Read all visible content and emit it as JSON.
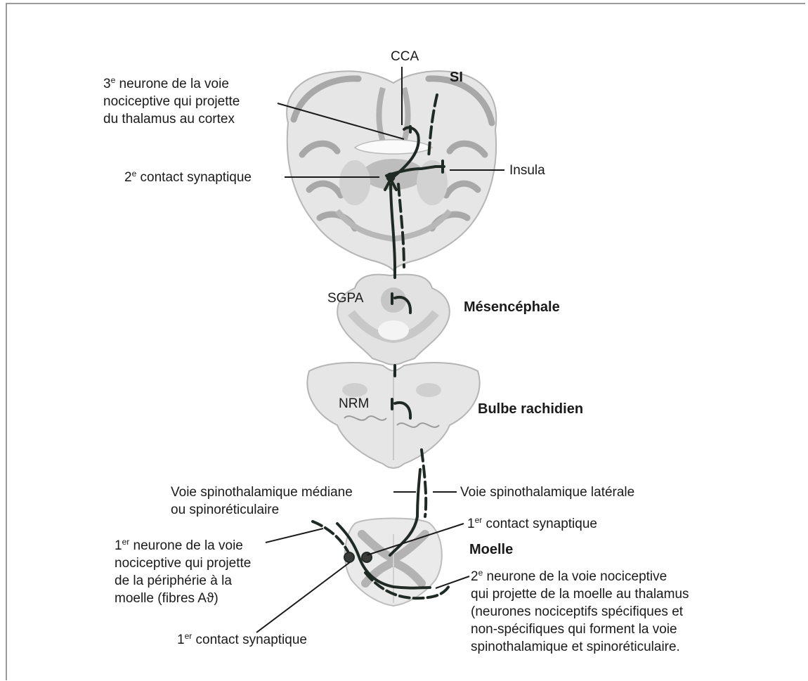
{
  "labels": {
    "cca": "CCA",
    "si": "SI",
    "third_neuron": [
      "neurone de la voie",
      "nociceptive qui projette",
      "du thalamus au cortex"
    ],
    "third_neuron_sup": "e",
    "third_neuron_num": "3",
    "second_contact_num": "2",
    "second_contact_sup": "e",
    "second_contact": "contact synaptique",
    "insula": "Insula",
    "sgpa": "SGPA",
    "mesencephale": "Mésencéphale",
    "nrm": "NRM",
    "bulbe": "Bulbe rachidien",
    "voie_mediane": [
      "Voie spinothalamique médiane",
      "ou spinoréticulaire"
    ],
    "voie_laterale": "Voie spinothalamique latérale",
    "first_contact_right_num": "1",
    "first_contact_right_sup": "er",
    "first_contact_right": "contact synaptique",
    "moelle": "Moelle",
    "first_neuron_num": "1",
    "first_neuron_sup": "er",
    "first_neuron": [
      "neurone de la voie",
      "nociceptive qui projette",
      "de la périphérie à la",
      "moelle (fibres Aϑ)"
    ],
    "second_neuron_num": "2",
    "second_neuron_sup": "e",
    "second_neuron": [
      "neurone de la voie nociceptive",
      "qui projette de la moelle au thalamus",
      "(neurones nociceptifs spécifiques et",
      "non-spécifiques qui forment la voie",
      "spinothalamique et spinoréticulaire."
    ],
    "first_contact_left_num": "1",
    "first_contact_left_sup": "er",
    "first_contact_left": "contact synaptique"
  },
  "colors": {
    "tissue_light": "#e6e6e6",
    "tissue_mid": "#c4c4c4",
    "tissue_dark": "#a8a8a8",
    "pathway": "#1f2a24",
    "leader": "#1a1a1a"
  }
}
